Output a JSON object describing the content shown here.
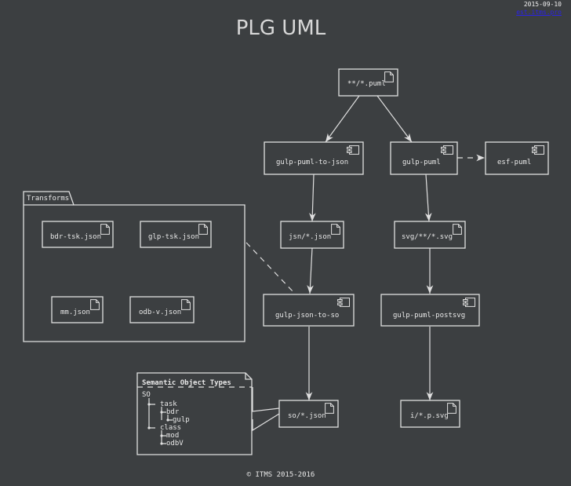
{
  "header": {
    "date": "2015-09-10",
    "link": "est.itms.pro"
  },
  "diagram": {
    "title": "PLG UML",
    "footer": "© ITMS 2015-2016",
    "nodes": {
      "puml_src": "**/*.puml",
      "gulp_puml_to_json": "gulp-puml-to-json",
      "gulp_puml": "gulp-puml",
      "esf_puml": "esf-puml",
      "jsn_json": "jsn/*.json",
      "svg_svg": "svg/**/*.svg",
      "gulp_json_to_so": "gulp-json-to-so",
      "gulp_puml_postsvg": "gulp-puml-postsvg",
      "so_json": "so/*.json",
      "i_p_svg": "i/*.p.svg"
    },
    "package": {
      "label": "Transforms",
      "files": {
        "bdr_tsk": "bdr-tsk.json",
        "glp_tsk": "glp-tsk.json",
        "mm": "mm.json",
        "odb_v": "odb-v.json"
      }
    },
    "note": {
      "title": "Semantic Object Types",
      "tree": {
        "so": "SO",
        "task": "task",
        "bdr": "bdr",
        "gulp": "gulp",
        "class": "class",
        "mod": "mod",
        "odbv": "odbV"
      }
    }
  }
}
